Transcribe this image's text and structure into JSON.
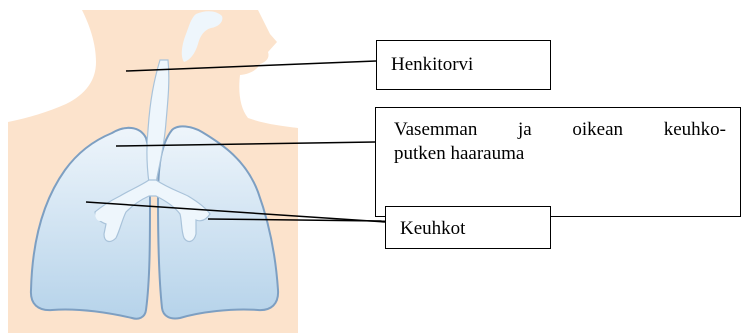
{
  "labels": {
    "trachea": "Henkitorvi",
    "bifurcation_line1_words": [
      "Vasemman",
      "ja",
      "oikean",
      "keuhko-"
    ],
    "bifurcation_line2": "putken haarauma",
    "lungs": "Keuhkot"
  },
  "colors": {
    "skin": "#fce3cc",
    "lung_fill_top": "#eef5fb",
    "lung_fill_bottom": "#b6d3ea",
    "lung_outline": "#7d9fc2",
    "airway": "#eef6fc",
    "airway_outline": "#a9c3da",
    "leader_line": "#000000"
  }
}
